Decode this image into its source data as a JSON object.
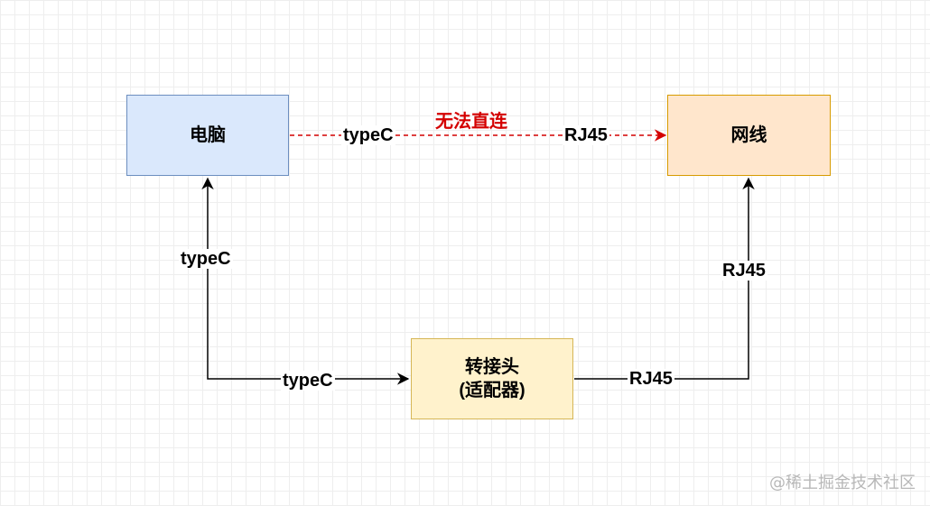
{
  "nodes": {
    "computer": {
      "label": "电脑",
      "fill": "#dae8fc",
      "stroke": "#6c8ebf"
    },
    "cable": {
      "label": "网线",
      "fill": "#ffe6cc",
      "stroke": "#d79b00"
    },
    "adapter": {
      "label_line1": "转接头",
      "label_line2": "(适配器)",
      "fill": "#fff2cc",
      "stroke": "#d6b656"
    }
  },
  "edges": {
    "direct": {
      "label_left": "typeC",
      "label_right": "RJ45",
      "note": "无法直连",
      "color": "#d40000"
    },
    "computer_adapter": {
      "label_vertical": "typeC",
      "label_horizontal": "typeC"
    },
    "adapter_cable": {
      "label_horizontal": "RJ45",
      "label_vertical": "RJ45"
    }
  },
  "watermark": "@稀土掘金技术社区"
}
